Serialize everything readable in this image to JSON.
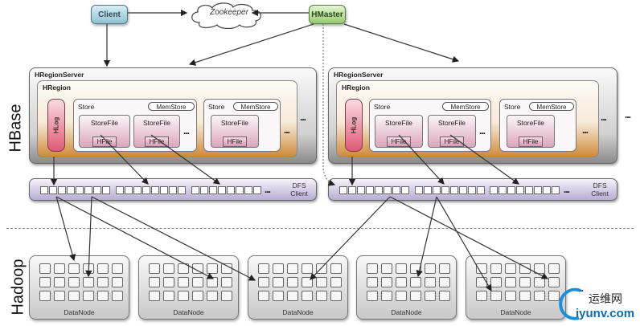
{
  "top": {
    "client": "Client",
    "zookeeper": "Zookeeper",
    "hmaster": "HMaster"
  },
  "layers": {
    "hbase": "HBase",
    "hadoop": "Hadoop"
  },
  "region_servers": [
    {
      "label": "HRegionServer",
      "hregion": "HRegion",
      "hlog": "HLog",
      "stores": [
        {
          "label": "Store",
          "memstore": "MemStore",
          "storefiles": [
            {
              "label": "StoreFile",
              "hfile": "HFile"
            },
            {
              "label": "StoreFile",
              "hfile": "HFile"
            }
          ],
          "more": "..."
        },
        {
          "label": "Store",
          "memstore": "MemStore",
          "storefiles": [
            {
              "label": "StoreFile",
              "hfile": "HFile"
            }
          ],
          "more": ""
        }
      ],
      "more_stores": "...",
      "more_regions": "...",
      "dfs_client": "DFS\nClient",
      "dfs_more": "..."
    },
    {
      "label": "HRegionServer",
      "hregion": "HRegion",
      "hlog": "HLog",
      "stores": [
        {
          "label": "Store",
          "memstore": "MemStore",
          "storefiles": [
            {
              "label": "StoreFile",
              "hfile": "HFile"
            },
            {
              "label": "StoreFile",
              "hfile": "HFile"
            }
          ],
          "more": "..."
        },
        {
          "label": "Store",
          "memstore": "MemStore",
          "storefiles": [
            {
              "label": "StoreFile",
              "hfile": "HFile"
            }
          ],
          "more": ""
        }
      ],
      "more_stores": "...",
      "more_regions": "...",
      "dfs_client": "DFS\nClient",
      "dfs_more": "..."
    }
  ],
  "more_servers": "...",
  "datanodes": [
    "DataNode",
    "DataNode",
    "DataNode",
    "DataNode",
    "DataNode"
  ],
  "more_datanodes": "...",
  "watermark": {
    "cn": "运维网",
    "url": "iyunv.com"
  }
}
